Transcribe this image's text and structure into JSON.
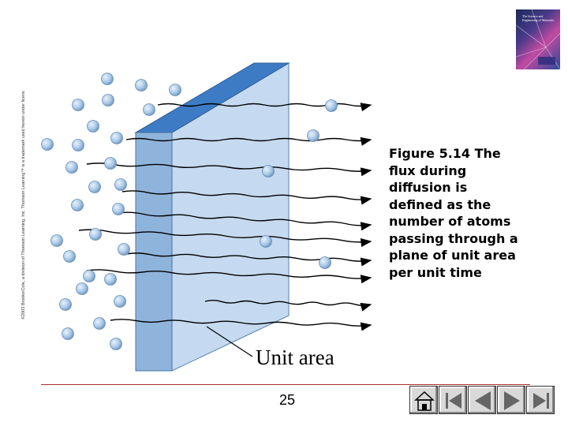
{
  "copyright": "©2003 Brooks/Cole, a division of Thomson Learning, Inc. Thomson Learning™ is a trademark used herein under license.",
  "figure": {
    "caption": "Figure 5.14  The\nflux during\ndiffusion is\ndefined as the\nnumber of atoms\npassing through a\nplane of unit area\nper unit time",
    "plane_label": "Unit area"
  },
  "book_cover": {
    "title": "The Science and Engineering of Materials"
  },
  "colors": {
    "plane_front": "#8fb4dc",
    "plane_side": "#c5daf0",
    "plane_top": "#3d7cc4",
    "atom": "#a9c8e8",
    "divider": "#b03030"
  },
  "footer": {
    "page_number": "25",
    "nav": [
      "home-icon",
      "first-page-icon",
      "previous-page-icon",
      "next-page-icon",
      "last-page-icon"
    ]
  }
}
